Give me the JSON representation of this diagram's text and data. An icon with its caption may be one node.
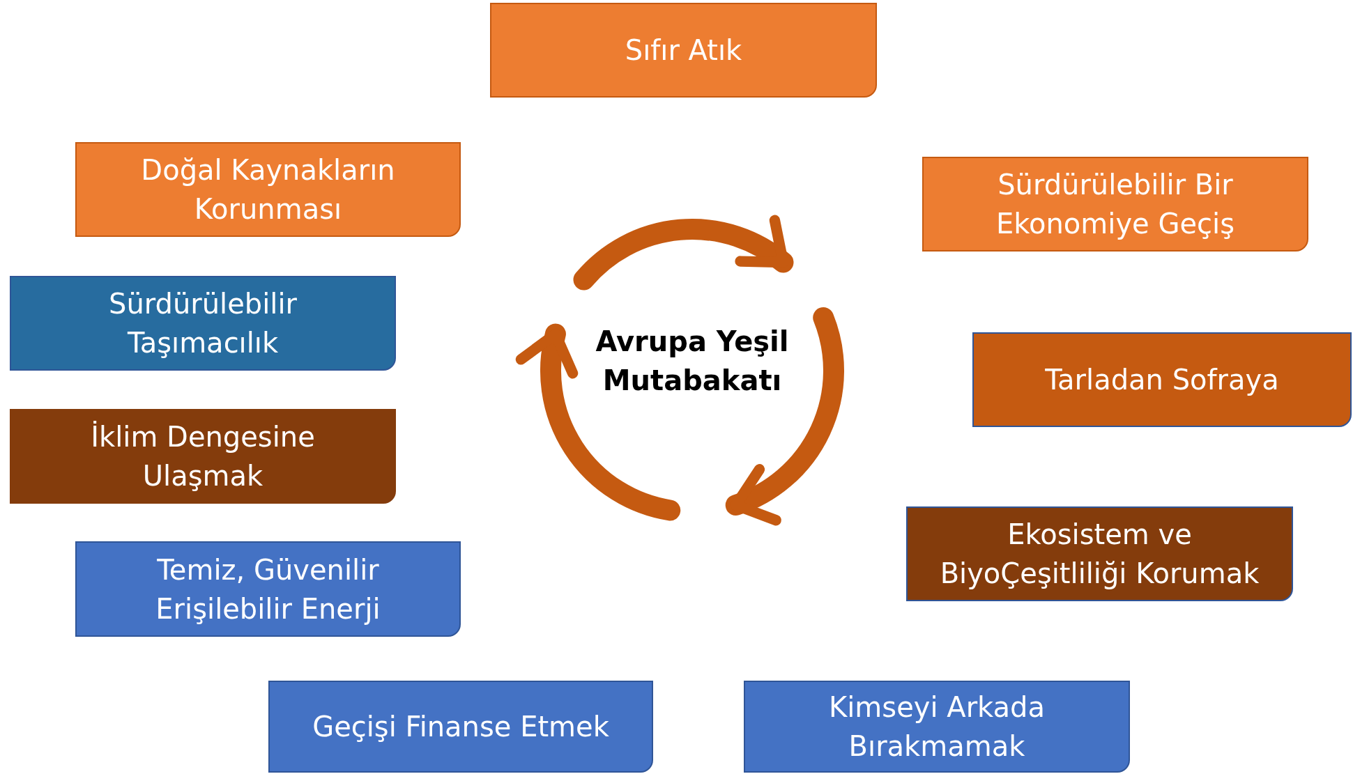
{
  "diagram": {
    "nodes": [
      {
        "text": [
          "Sıfır Atık"
        ]
      },
      {
        "text": [
          "Doğal Kaynakların Korunması"
        ]
      },
      {
        "text": [
          "Sürdürülebilir Bir Ekonomiye Geçiş"
        ]
      },
      {
        "text": [
          "Sürdürülebilir Taşımacılık"
        ]
      },
      {
        "text": [
          "Tarladan Sofraya"
        ]
      },
      {
        "text": [
          "İklim Dengesine Ulaşmak"
        ]
      },
      {
        "text": [
          "Ekosistem ve BiyoÇeşitliliği Korumak"
        ]
      },
      {
        "text": [
          "Temiz, Güvenilir Erişilebilir Enerji"
        ]
      },
      {
        "text": [
          "Geçişi Finanse Etmek"
        ]
      },
      {
        "text": [
          "Kimseyi Arkada Bırakmamak"
        ]
      }
    ],
    "labels": [
      "Avrupa Yeşil Mutabakatı"
    ]
  }
}
